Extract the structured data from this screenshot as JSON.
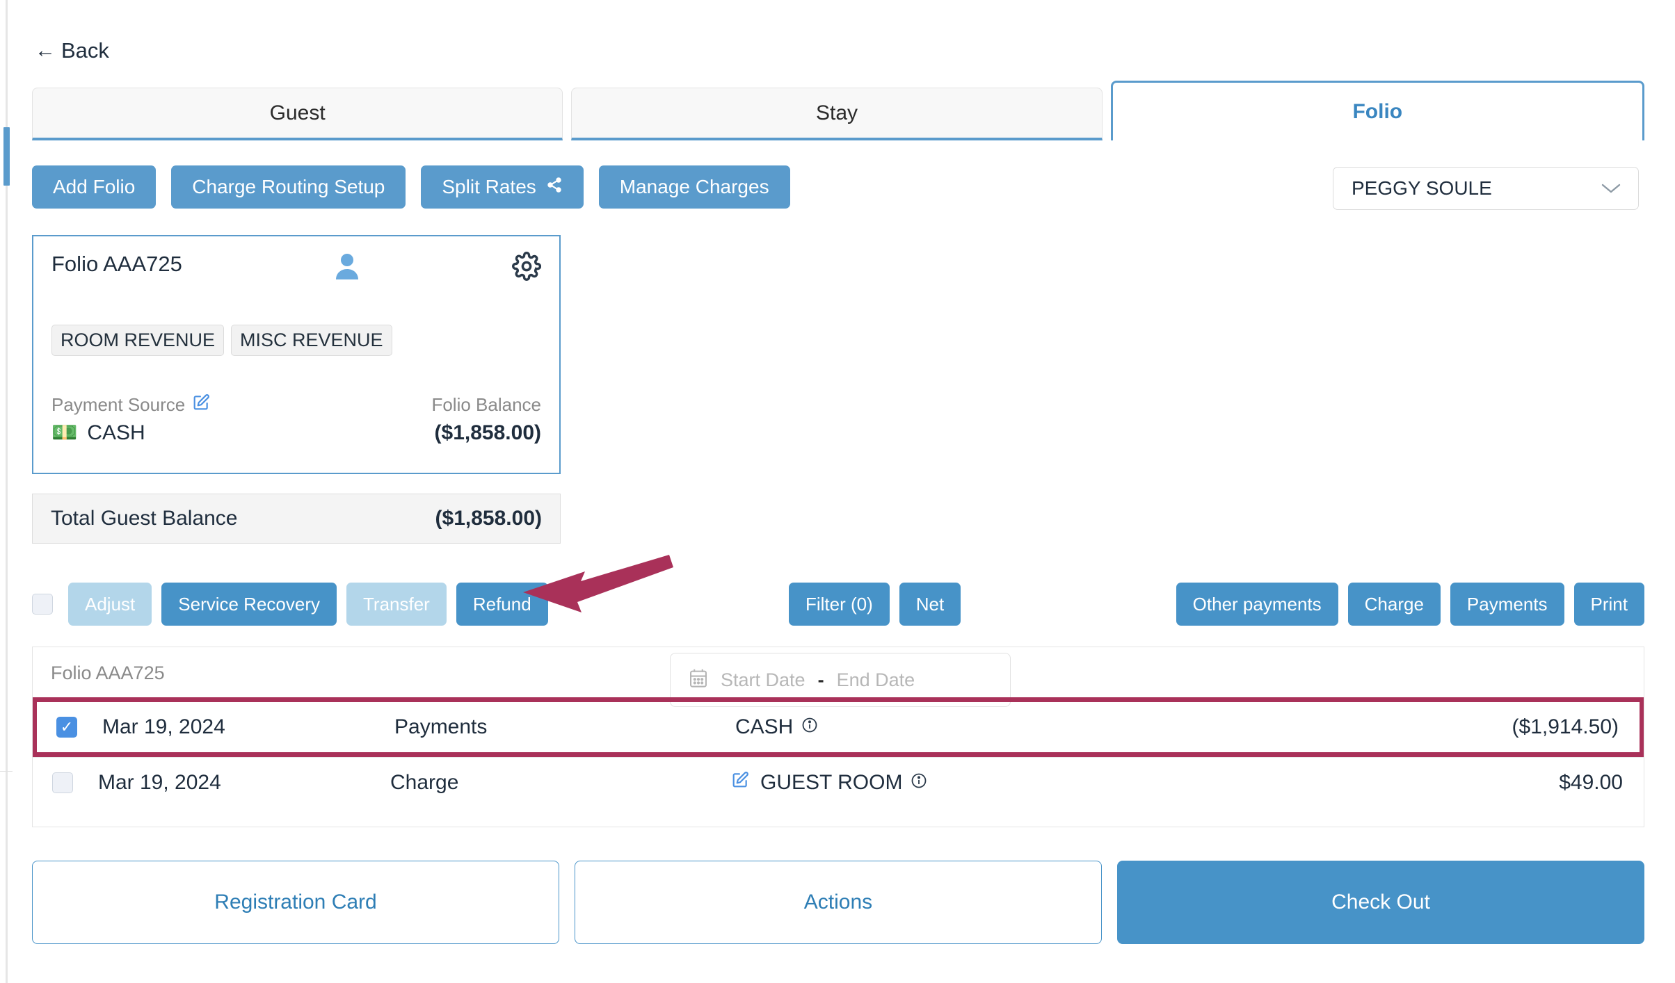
{
  "nav": {
    "back_label": "Back",
    "back_icon": "arrow-left-icon"
  },
  "tabs": [
    {
      "label": "Guest",
      "active": false
    },
    {
      "label": "Stay",
      "active": false
    },
    {
      "label": "Folio",
      "active": true
    }
  ],
  "toolbar": {
    "add_folio": "Add Folio",
    "charge_routing_setup": "Charge Routing Setup",
    "split_rates": "Split Rates",
    "split_rates_icon": "share-icon",
    "manage_charges": "Manage Charges"
  },
  "guest_select": {
    "value": "PEGGY SOULE",
    "icon": "chevron-down-icon"
  },
  "folio_card": {
    "title": "Folio AAA725",
    "person_icon": "person-icon",
    "gear_icon": "gear-icon",
    "chips": [
      "ROOM REVENUE",
      "MISC REVENUE"
    ],
    "payment_source_label": "Payment Source",
    "payment_source_edit_icon": "edit-icon",
    "payment_source_value": "CASH",
    "payment_source_value_icon": "cash-icon",
    "balance_label": "Folio Balance",
    "balance_value": "($1,858.00)",
    "accent": "#5a9bcc"
  },
  "total_bar": {
    "label": "Total Guest Balance",
    "value": "($1,858.00)"
  },
  "action_row": {
    "select_all_checkbox": "",
    "left_buttons": [
      {
        "label": "Adjust",
        "disabled": true
      },
      {
        "label": "Service Recovery",
        "disabled": false
      },
      {
        "label": "Transfer",
        "disabled": true
      },
      {
        "label": "Refund",
        "disabled": false
      }
    ],
    "mid_buttons": [
      {
        "label": "Filter (0)",
        "disabled": false
      },
      {
        "label": "Net",
        "disabled": false
      }
    ],
    "right_buttons": [
      {
        "label": "Other payments",
        "disabled": false
      },
      {
        "label": "Charge",
        "disabled": false
      },
      {
        "label": "Payments",
        "disabled": false
      },
      {
        "label": "Print",
        "disabled": false
      }
    ]
  },
  "annotation": {
    "arrow_color": "#a93159",
    "highlight_color": "#a93159"
  },
  "table": {
    "folio_label": "Folio AAA725",
    "date_filter": {
      "calendar_icon": "calendar-icon",
      "start_placeholder": "Start Date",
      "separator": "-",
      "end_placeholder": "End Date"
    },
    "rows": [
      {
        "checked": true,
        "highlighted": true,
        "date": "Mar 19, 2024",
        "type": "Payments",
        "source": "CASH",
        "source_icon": "info-icon",
        "has_edit_icon": false,
        "amount": "($1,914.50)"
      },
      {
        "checked": false,
        "highlighted": false,
        "date": "Mar 19, 2024",
        "type": "Charge",
        "source": "GUEST ROOM",
        "source_icon": "info-icon",
        "has_edit_icon": true,
        "amount": "$49.00"
      }
    ]
  },
  "footer": {
    "registration_card": "Registration Card",
    "actions": "Actions",
    "check_out": "Check Out"
  }
}
